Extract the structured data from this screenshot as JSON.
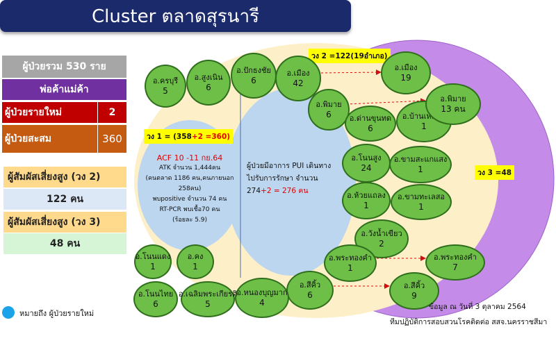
{
  "title": "Cluster ตลาดสุรนารี",
  "left_panel": {
    "total_label": "ผู้ป่วยรวม 530 ราย",
    "vendor_label": "พ่อค้าแม่ค้า",
    "new_label": "ผู้ป่วยรายใหม่",
    "new_value": "2",
    "cumulative_label": "ผู้ป่วยสะสม",
    "cumulative_value": "360",
    "contact2_label": "ผู้สัมผัสเสี่ยงสูง (วง 2)",
    "contact2_value": "122 คน",
    "contact3_label": "ผู้สัมผัสเสี่ยงสูง (วง 3)",
    "contact3_value": "48 คน"
  },
  "colors": {
    "title_bg": "#1b2a6b",
    "ring3": "#c48ce8",
    "ring2": "#fdf0c9",
    "ring1": "#bcd6ef",
    "node": "#6dbf47",
    "legend_dot": "#1aa3e8",
    "highlight_red": "#e00000"
  },
  "ring_labels": {
    "ring1_prefix": "วง 1 = (358",
    "ring1_suffix": "+2 =360)",
    "ring2": "วง 2 =122(19อำเภอ)",
    "ring3": "วง 3 =48"
  },
  "acf": {
    "heading": "ACF 10 -11 กย.64",
    "line1": "ATK จำนวน 1,444คน",
    "line2": "(คนตลาด 1186 คน,คนภายนอก 258คน)",
    "line3": "พบpositive จำนวน 74 คน",
    "line4": "RT-PCR พบเชื้อ70 คน",
    "line5": "(ร้อยละ 5.9)"
  },
  "pui": {
    "line1": "ผู้ป่วยมีอาการ PUI เดินทาง",
    "line2": "ไปรับการรักษา จำนวน",
    "line3_prefix": "274",
    "line3_suffix": "+2 = 276 คน"
  },
  "nodes": [
    {
      "name": "อ.ครบุรี",
      "value": "5"
    },
    {
      "name": "อ.สูงเนิน",
      "value": "6"
    },
    {
      "name": "อ.ปักธงชัย",
      "value": "6"
    },
    {
      "name": "อ.เมือง",
      "value": "42"
    },
    {
      "name": "อ.พิมาย",
      "value": "6"
    },
    {
      "name": "อ.ด่านขุนทด",
      "value": "6"
    },
    {
      "name": "อ.บ้านเหลื่อม",
      "value": "1"
    },
    {
      "name": "อ.โนนสูง",
      "value": "24"
    },
    {
      "name": "อ.ขามสะแกแสง",
      "value": "1"
    },
    {
      "name": "อ.ห้วยแถลง",
      "value": "1"
    },
    {
      "name": "อ.ขามทะเลสอ",
      "value": "1"
    },
    {
      "name": "อ.วังน้ำเขียว",
      "value": "2"
    },
    {
      "name": "อ.พระทองคำ",
      "value": "1"
    },
    {
      "name": "อ.สีคิ้ว",
      "value": "6"
    },
    {
      "name": "อ.หนองบุญมาก",
      "value": "4"
    },
    {
      "name": "อ.โนนแดง",
      "value": "1"
    },
    {
      "name": "อ.คง",
      "value": "1"
    },
    {
      "name": "อ.โนนไทย",
      "value": "6"
    },
    {
      "name": "อ.เฉลิมพระเกียรติ",
      "value": "5"
    },
    {
      "name": "อ.เมือง",
      "value": "19"
    },
    {
      "name": "อ.พิมาย",
      "value": "13 คน"
    },
    {
      "name": "อ.พระทองคำ",
      "value": "7"
    },
    {
      "name": "อ.สีคิ้ว",
      "value": "9"
    }
  ],
  "legend": "หมายถึง ผู้ป่วยรายใหม่",
  "source_line1": "ข้อมูล ณ วันที่ 3 ตุลาคม 2564",
  "source_line2": "ทีมปฏิบัติการสอบสวนโรคติดต่อ สสจ.นครราชสีมา"
}
